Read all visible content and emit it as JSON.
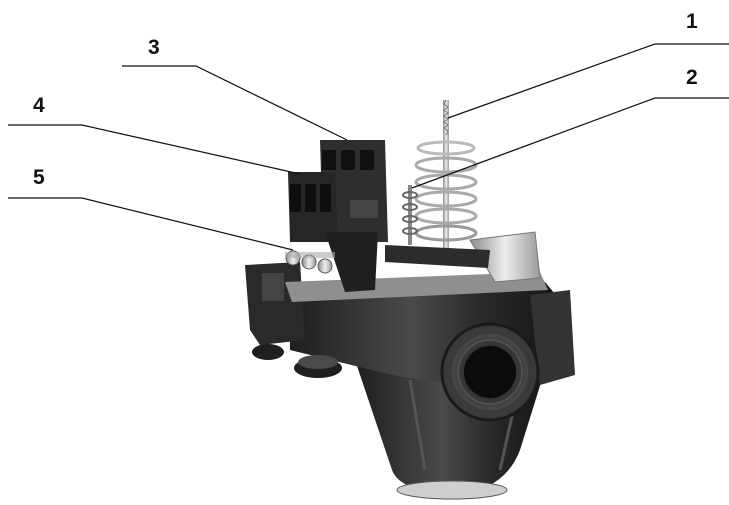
{
  "callouts": [
    {
      "number": "1",
      "part": "adjusting-screw"
    },
    {
      "number": "2",
      "part": "pressure-spring"
    },
    {
      "number": "3",
      "part": "terminal-block-upper"
    },
    {
      "number": "4",
      "part": "terminal-block-lower"
    },
    {
      "number": "5",
      "part": "ground-terminal-screws"
    }
  ],
  "colors": {
    "housing": "#2b2b2b",
    "housing_highlight": "#5a5a5a",
    "metal": "#c8c8c8",
    "line": "#111111",
    "background": "#ffffff"
  }
}
